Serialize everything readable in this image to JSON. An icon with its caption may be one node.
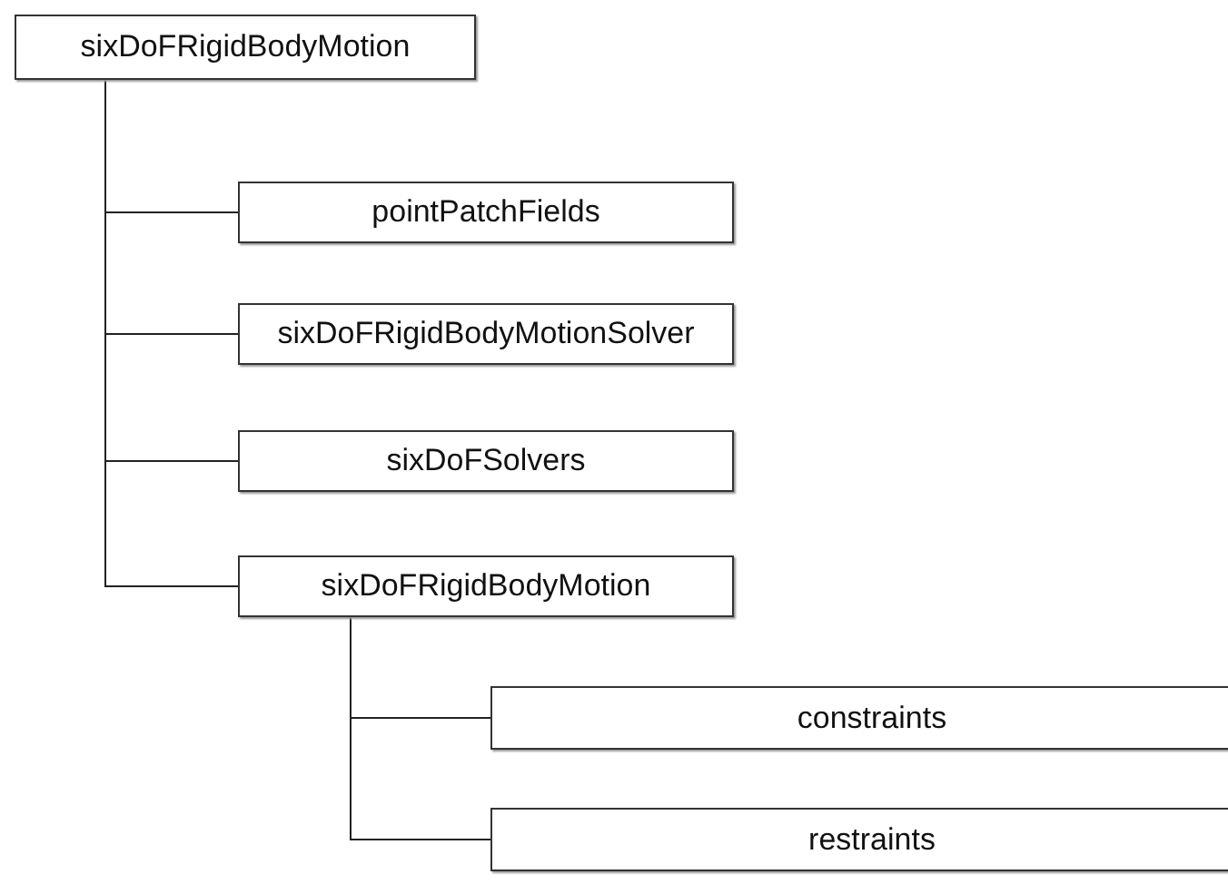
{
  "diagram": {
    "nodes": [
      {
        "text": [
          "sixDoFRigidBodyMotion"
        ]
      },
      {
        "text": [
          "pointPatchFields"
        ]
      },
      {
        "text": [
          "sixDoFRigidBodyMotionSolver"
        ]
      },
      {
        "text": [
          "sixDoFSolvers"
        ]
      },
      {
        "text": [
          "sixDoFRigidBodyMotion"
        ]
      },
      {
        "text": [
          "constraints"
        ]
      },
      {
        "text": [
          "restraints"
        ]
      }
    ],
    "edges": [
      {
        "from": 0,
        "to": 1,
        "arrow": "none"
      },
      {
        "from": 0,
        "to": 2,
        "arrow": "none"
      },
      {
        "from": 0,
        "to": 3,
        "arrow": "none"
      },
      {
        "from": 0,
        "to": 4,
        "arrow": "none"
      },
      {
        "from": 4,
        "to": 5,
        "arrow": "none"
      },
      {
        "from": 4,
        "to": 6,
        "arrow": "none"
      }
    ]
  }
}
